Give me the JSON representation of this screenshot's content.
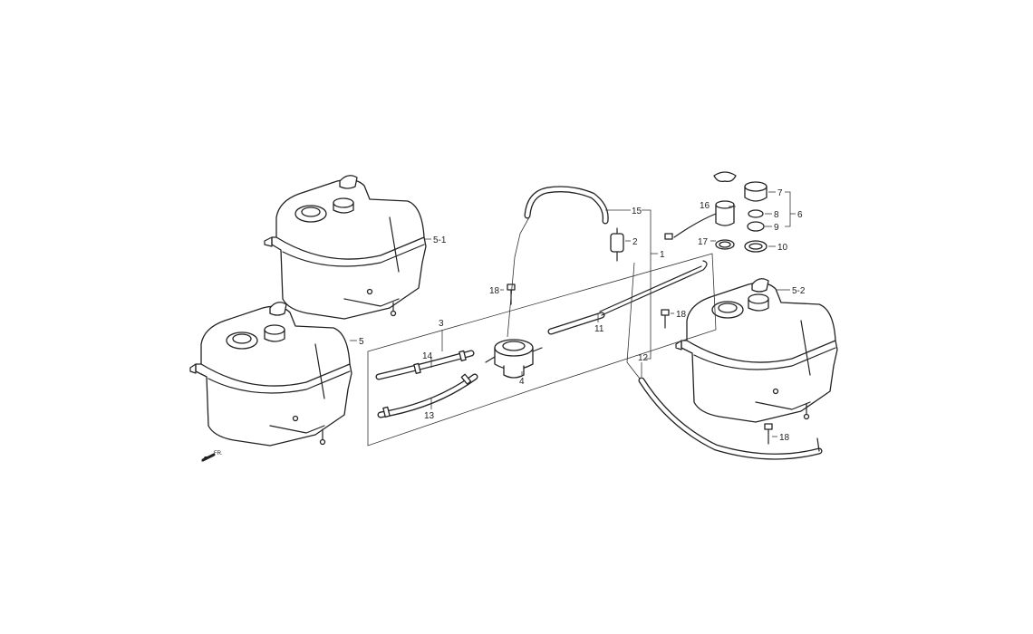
{
  "callouts": {
    "c1": "1",
    "c2": "2",
    "c3": "3",
    "c4": "4",
    "c5": "5",
    "c5_1": "5-1",
    "c5_2": "5-2",
    "c6": "6",
    "c7": "7",
    "c8": "8",
    "c9": "9",
    "c10": "10",
    "c11": "11",
    "c12": "12",
    "c13": "13",
    "c14": "14",
    "c15": "15",
    "c16": "16",
    "c17": "17",
    "c18a": "18",
    "c18b": "18",
    "c18c": "18"
  },
  "direction": {
    "label": "FR.",
    "icon": "arrow-left-down-icon"
  }
}
